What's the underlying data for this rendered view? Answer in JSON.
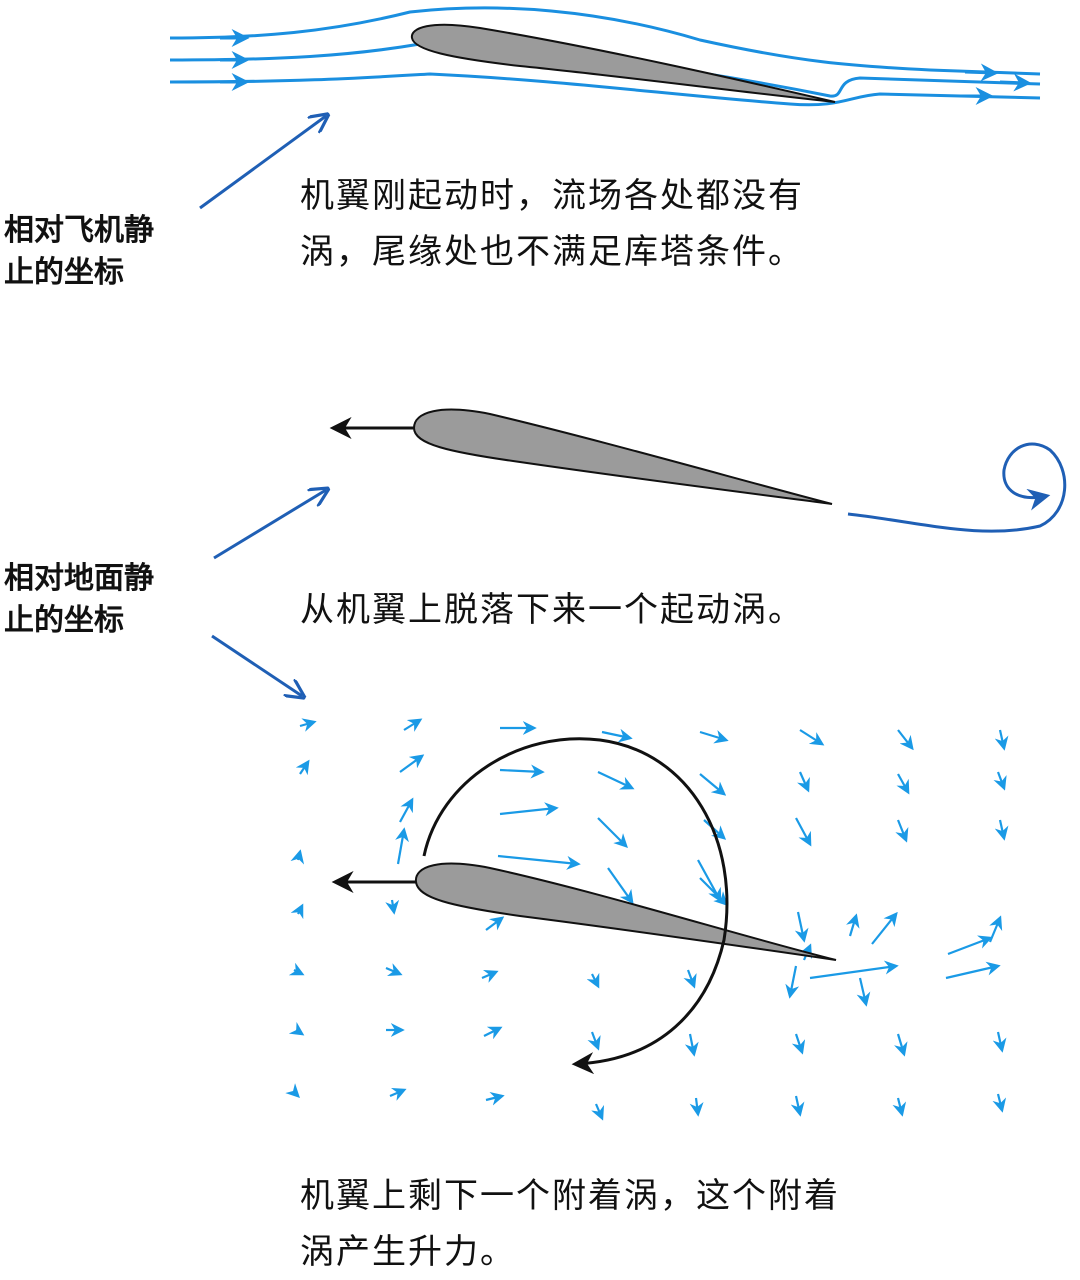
{
  "labels": {
    "body_frame": "相对飞机静\n止的坐标",
    "ground_frame": "相对地面静\n止的坐标"
  },
  "captions": {
    "start": "机翼刚起动时，流场各处都没有\n涡，尾缘处也不满足库塔条件。",
    "shed": "从机翼上脱落下来一个起动涡。",
    "bound": "机翼上剩下一个附着涡，这个附着\n涡产生升力。"
  },
  "colors": {
    "streamline": "#1a8fe0",
    "frame_arrow": "#1f5fb5",
    "vector": "#1a9ae6",
    "airfoil_fill": "#9b9b9b",
    "airfoil_stroke": "#111111",
    "motion_arrow": "#111111"
  },
  "icons": {
    "airfoil": "airfoil-shape",
    "motion": "left-arrow-icon",
    "vortex": "spiral-icon",
    "circulation": "circular-arrow-icon"
  }
}
